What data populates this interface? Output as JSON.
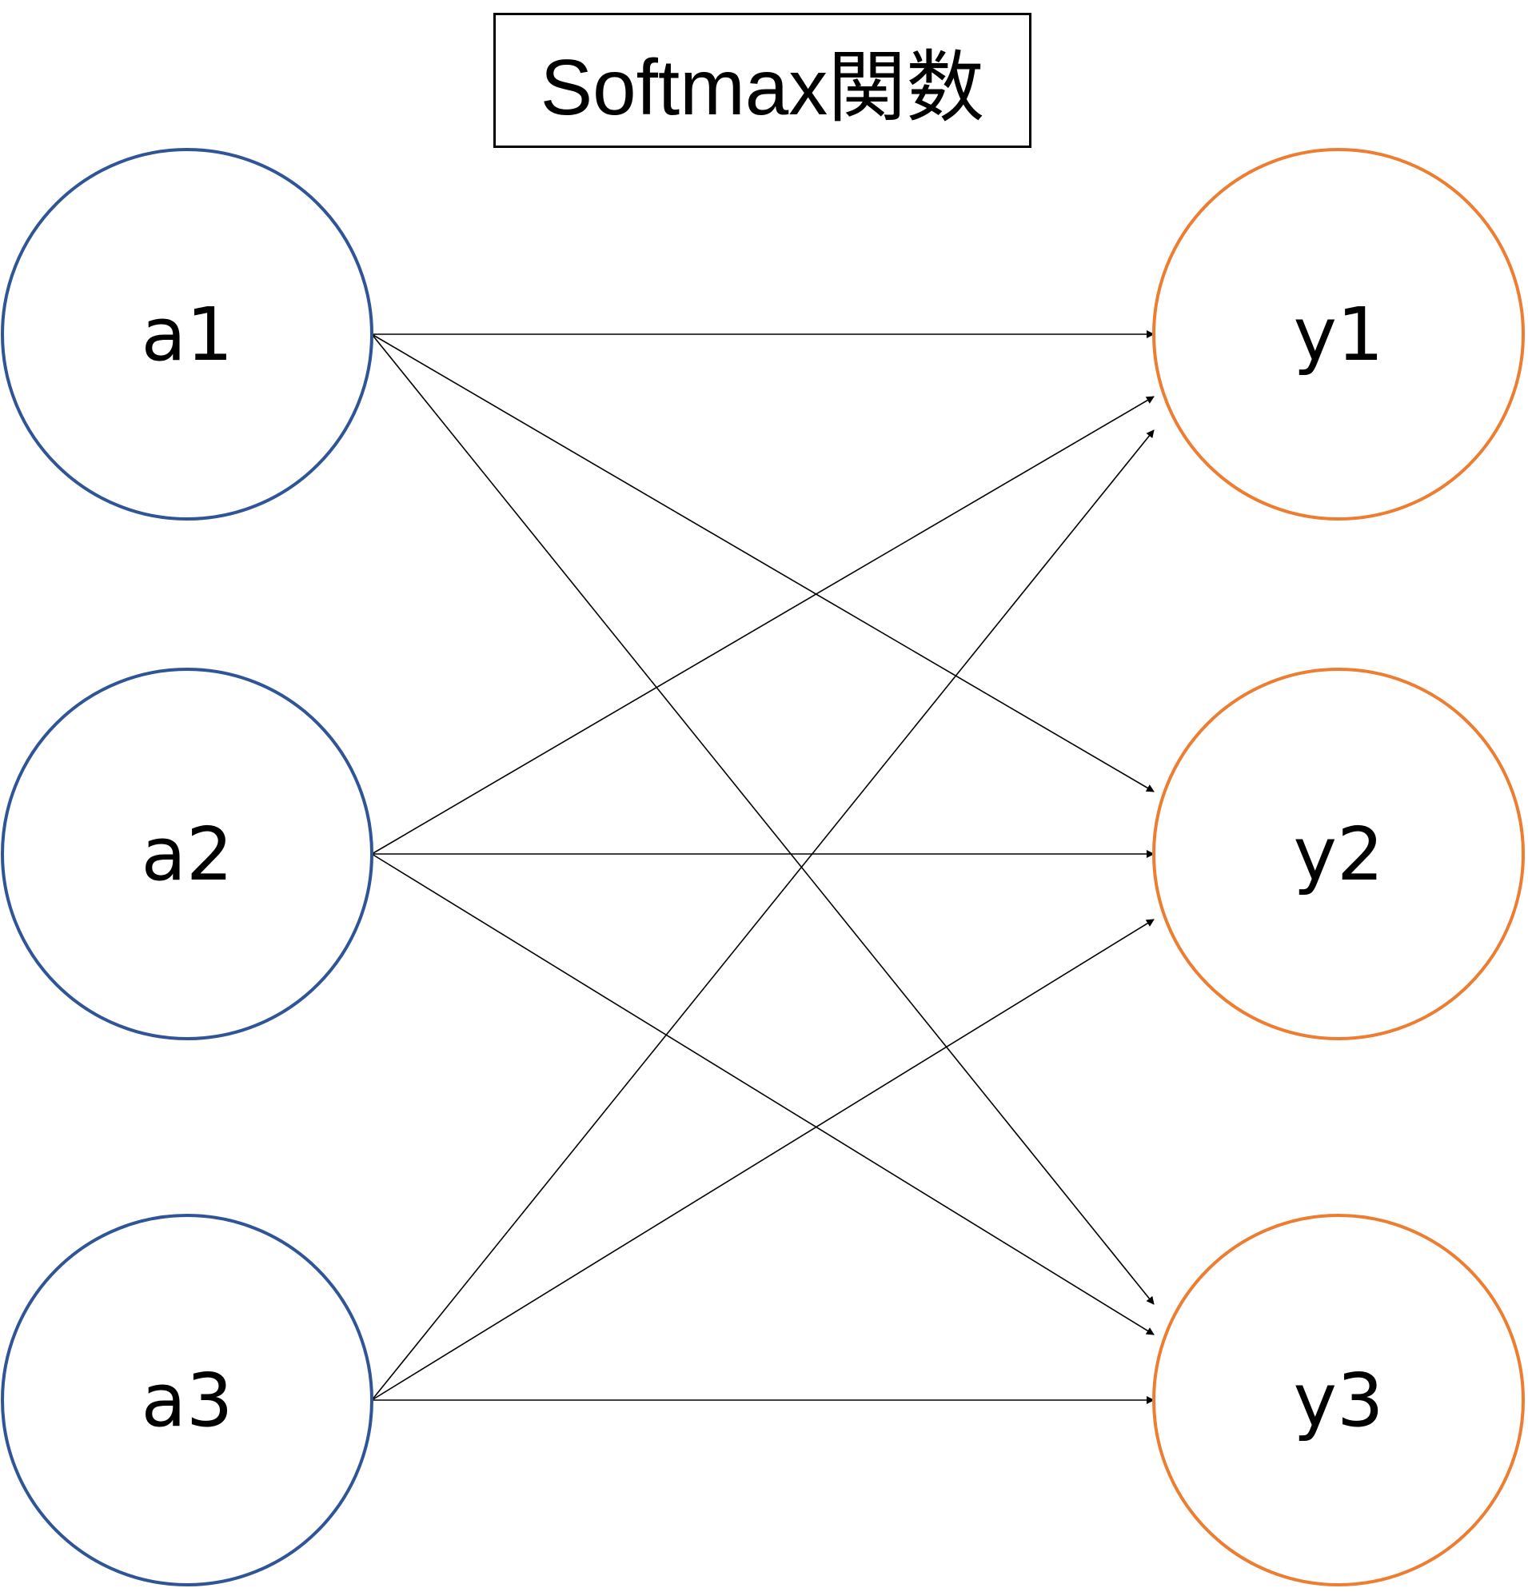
{
  "title": "Softmax関数",
  "colors": {
    "input": "#2F5597",
    "output": "#ED7D31",
    "edge": "#000000"
  },
  "inputs": [
    {
      "id": "a1",
      "label": "a1"
    },
    {
      "id": "a2",
      "label": "a2"
    },
    {
      "id": "a3",
      "label": "a3"
    }
  ],
  "outputs": [
    {
      "id": "y1",
      "label": "y1"
    },
    {
      "id": "y2",
      "label": "y2"
    },
    {
      "id": "y3",
      "label": "y3"
    }
  ],
  "edges": [
    [
      "a1",
      "y1"
    ],
    [
      "a1",
      "y2"
    ],
    [
      "a1",
      "y3"
    ],
    [
      "a2",
      "y1"
    ],
    [
      "a2",
      "y2"
    ],
    [
      "a2",
      "y3"
    ],
    [
      "a3",
      "y1"
    ],
    [
      "a3",
      "y2"
    ],
    [
      "a3",
      "y3"
    ]
  ]
}
